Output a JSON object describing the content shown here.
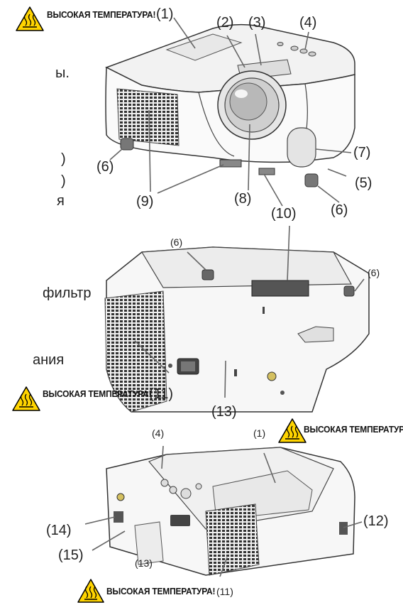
{
  "warnings": {
    "top": "ВЫСОКАЯ ТЕМПЕРАТУРА!",
    "mid": "ВЫСОКАЯ ТЕМПЕРАТУРА!",
    "right": "ВЫСОКАЯ ТЕМПЕРАТУРА!",
    "bottom": "ВЫСОКАЯ ТЕМПЕРАТУРА!"
  },
  "labels": {
    "c1_top": "(1)",
    "c2": "(2)",
    "c3": "(3)",
    "c4_top": "(4)",
    "c7": "(7)",
    "c6_left": "(6)",
    "c5": "(5)",
    "c9": "(9)",
    "c8": "(8)",
    "c6_right": "(6)",
    "c10": "(10)",
    "c6_b1": "(6)",
    "c6_b2": "(6)",
    "c11_mid": "(11)",
    "c13_mid": "(13)",
    "c4_bot": "(4)",
    "c1_bot": "(1)",
    "c14": "(14)",
    "c12": "(12)",
    "c15": "(15)",
    "c13_bot": "(13)",
    "c11_bot": "(11)"
  },
  "fragments": {
    "f1": "ы.",
    "f2": ")",
    "f3": ")",
    "f4": "я",
    "f5": "фильтр",
    "f6": "ания"
  }
}
